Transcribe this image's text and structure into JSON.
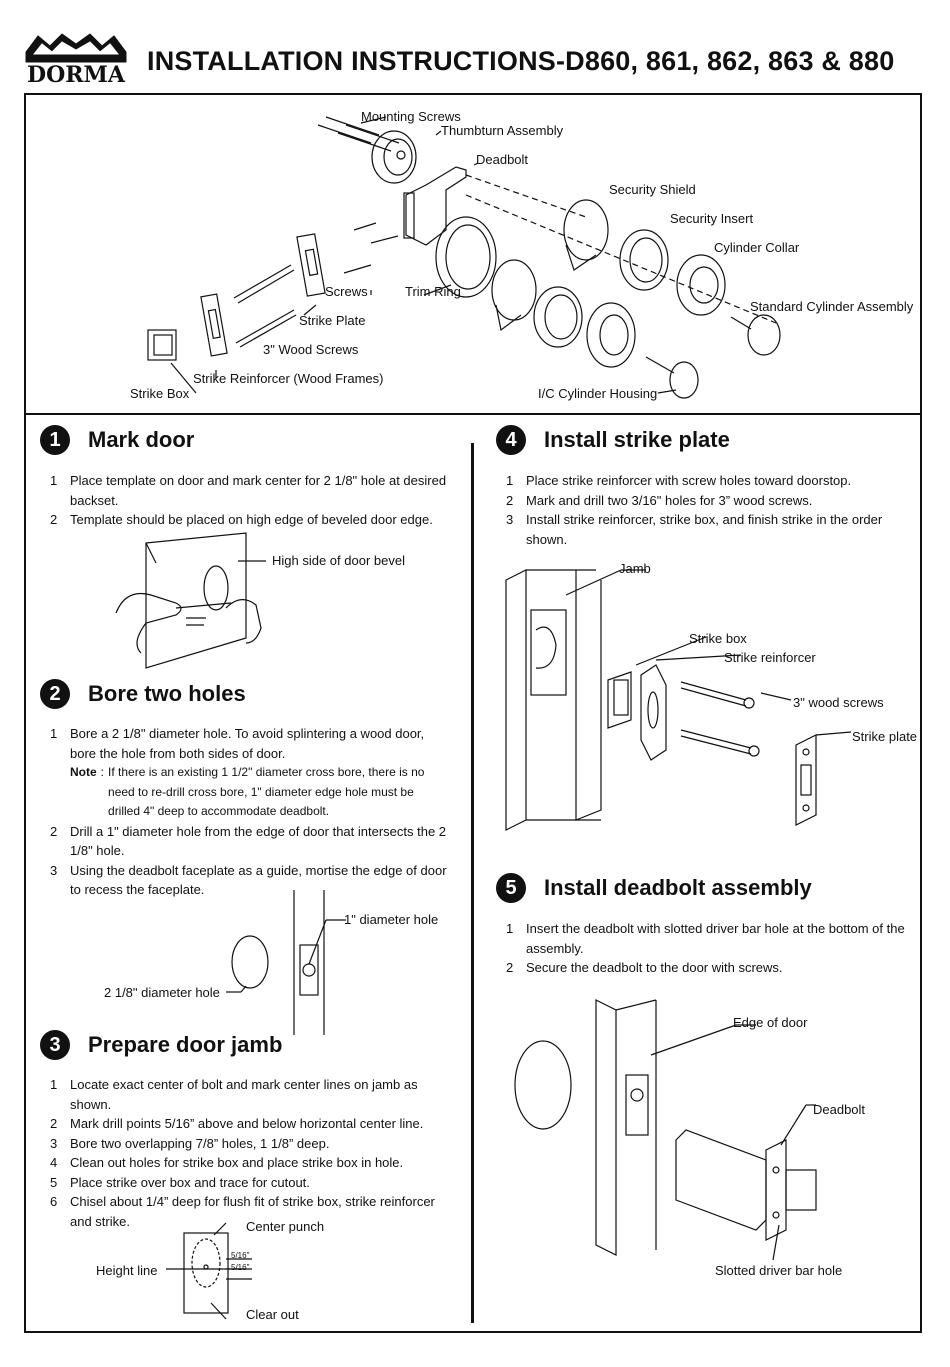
{
  "brand": "DORMA",
  "title": "INSTALLATION INSTRUCTIONS-D860, 861, 862, 863 & 880",
  "exploded_labels": {
    "mounting_screws": "Mounting Screws",
    "thumbturn_assembly": "Thumbturn Assembly",
    "deadbolt": "Deadbolt",
    "security_shield": "Security Shield",
    "security_insert": "Security Insert",
    "cylinder_collar": "Cylinder Collar",
    "standard_cylinder_assembly": "Standard Cylinder Assembly",
    "screws": "Screws",
    "trim_ring": "Trim Ring",
    "strike_plate": "Strike Plate",
    "wood_screws": "3\" Wood Screws",
    "strike_reinforcer": "Strike Reinforcer (Wood Frames)",
    "strike_box": "Strike Box",
    "ic_cylinder_housing": "I/C Cylinder Housing"
  },
  "sections": {
    "s1": {
      "number": "1",
      "title": "Mark  door",
      "steps": [
        {
          "n": "1",
          "text": "Place template on door and mark center for 2 1/8\" hole at desired backset."
        },
        {
          "n": "2",
          "text": "Template should be placed on high edge of beveled door edge."
        }
      ],
      "callout": "High side of door bevel"
    },
    "s2": {
      "number": "2",
      "title": "Bore two holes",
      "step1": {
        "n": "1",
        "text": "Bore a 2 1/8\" diameter hole. To avoid splintering a wood door, bore the hole from both sides of door."
      },
      "note_label": "Note",
      "note_text": "If there is an existing 1 1/2\" diameter cross bore, there is no need to re-drill cross bore, 1\" diameter edge hole must be drilled 4\" deep to accommodate deadbolt.",
      "step2": {
        "n": "2",
        "text": "Drill a 1\" diameter hole from the edge of door that intersects the 2 1/8\" hole."
      },
      "step3": {
        "n": "3",
        "text": "Using the deadbolt faceplate as a guide, mortise the edge of door to recess the faceplate."
      },
      "callout_edge": "1\" diameter hole",
      "callout_bore": "2 1/8\" diameter hole"
    },
    "s3": {
      "number": "3",
      "title": "Prepare door jamb",
      "steps": [
        {
          "n": "1",
          "text": "Locate exact center of bolt and mark center lines on jamb as shown."
        },
        {
          "n": "2",
          "text": "Mark drill points 5/16” above and below horizontal center line."
        },
        {
          "n": "3",
          "text": "Bore two overlapping 7/8” holes, 1 1/8” deep."
        },
        {
          "n": "4",
          "text": "Clean out holes for strike box and place strike box in hole."
        },
        {
          "n": "5",
          "text": "Place strike over box and trace for cutout."
        },
        {
          "n": "6",
          "text": "Chisel about 1/4” deep for flush fit of strike box, strike reinforcer and strike."
        }
      ],
      "center_punch": "Center punch",
      "height_line": "Height line",
      "dim1": "5/16\"",
      "dim2": "5/16\"",
      "clear_out": "Clear out"
    },
    "s4": {
      "number": "4",
      "title": "Install strike plate",
      "steps": [
        {
          "n": "1",
          "text": "Place strike reinforcer with screw holes toward doorstop."
        },
        {
          "n": "2",
          "text": "Mark and drill two 3/16\" holes for 3” wood screws."
        },
        {
          "n": "3",
          "text": "Install strike reinforcer, strike box, and finish strike in the order shown."
        }
      ],
      "jamb": "Jamb",
      "strike_box": "Strike box",
      "strike_reinforcer": "Strike reinforcer",
      "wood_screws": "3\" wood screws",
      "strike_plate": "Strike plate"
    },
    "s5": {
      "number": "5",
      "title": "Install deadbolt assembly",
      "steps": [
        {
          "n": "1",
          "text": "Insert the deadbolt with slotted driver bar hole at the bottom of the assembly."
        },
        {
          "n": "2",
          "text": "Secure the deadbolt to the door with screws."
        }
      ],
      "edge_of_door": "Edge of door",
      "deadbolt": "Deadbolt",
      "slotted_hole": "Slotted driver bar hole"
    }
  }
}
